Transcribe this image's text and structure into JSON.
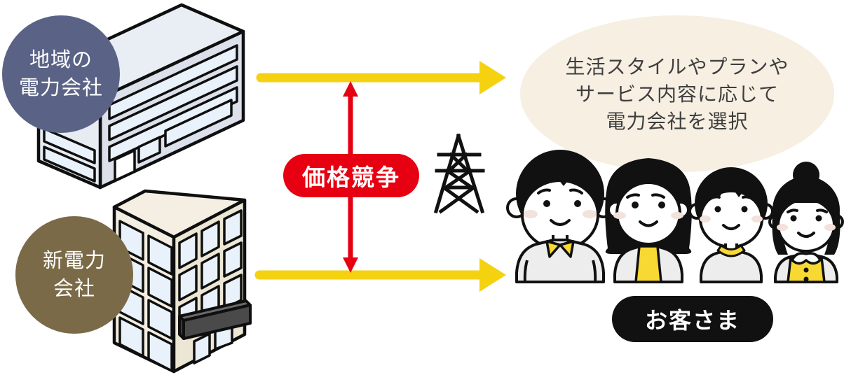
{
  "palette": {
    "background": "#ffffff",
    "arrow_yellow": "#f5d210",
    "accent_red": "#e60012",
    "regional_circle_bg": "#5a6386",
    "new_power_circle_bg": "#7a6a47",
    "bubble_bg": "#f6efe2",
    "customers_pill_bg": "#111111",
    "clothing_yellow": "#f8d832",
    "clothing_gray": "#ededed",
    "building_regional_face": "#dbe0eb",
    "building_new_face": "#f3eee1",
    "window_blue": "#e9f2fb"
  },
  "regional_company": {
    "line1": "地域の",
    "line2": "電力会社"
  },
  "new_company": {
    "line1": "新電力",
    "line2": "会社"
  },
  "competition": {
    "label": "価格競争"
  },
  "bubble": {
    "line1": "生活スタイルやプランや",
    "line2": "サービス内容に応じて",
    "line3": "電力会社を選択"
  },
  "customers": {
    "label": "お客さま"
  },
  "icons": {
    "regional_building": "low-rise-office-building-icon",
    "new_power_building": "high-rise-office-building-icon",
    "tower": "transmission-tower-icon",
    "family": "customer-family-illustration",
    "arrows": "yellow-supply-arrows",
    "competition_arrow": "red-double-headed-arrow"
  }
}
